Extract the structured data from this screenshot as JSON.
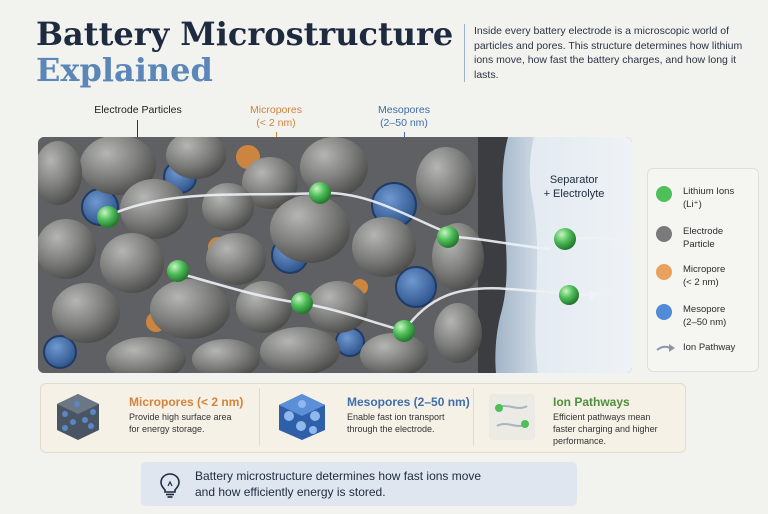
{
  "title": {
    "line1": "Battery Microstructure",
    "line2": "Explained"
  },
  "intro": "Inside every battery electrode is a microscopic world of particles and pores. This structure determines how lithium ions move, how fast the battery charges, and how long it lasts.",
  "callouts": {
    "electrode_particles": "Electrode Particles",
    "micropores_title": "Micropores",
    "micropores_range": "(< 2 nm)",
    "mesopores_title": "Mesopores",
    "mesopores_range": "(2–50 nm)"
  },
  "separator": {
    "line1": "Separator",
    "line2": "+ Electrolyte"
  },
  "legend": [
    {
      "line1": "Lithium Ions",
      "line2": "(Li⁺)",
      "color": "#4fbf5a"
    },
    {
      "line1": "Electrode",
      "line2": "Particle",
      "color": "#7a7a7a"
    },
    {
      "line1": "Micropore",
      "line2": "(< 2 nm)",
      "color": "#e9a25c"
    },
    {
      "line1": "Mesopore",
      "line2": "(2–50 nm)",
      "color": "#4f8bd6"
    },
    {
      "line1": "Ion Pathway",
      "line2": "",
      "icon": "arrow-icon"
    }
  ],
  "cards": [
    {
      "title": "Micropores (< 2 nm)",
      "text1": "Provide high surface area",
      "text2": "for energy storage.",
      "title_color": "#d3833a",
      "icon": "micropore-cube-icon"
    },
    {
      "title": "Mesopores (2–50 nm)",
      "text1": "Enable fast ion transport",
      "text2": "through the electrode.",
      "text3": "",
      "title_color": "#3f6ea8",
      "icon": "mesopore-cube-icon"
    },
    {
      "title": "Ion Pathways",
      "text1": "Efficient pathways mean",
      "text2": "faster charging and higher",
      "text3": "performance.",
      "title_color": "#4f8f3c",
      "icon": "ion-pathway-icon"
    }
  ],
  "summary": {
    "line1": "Battery microstructure determines how fast ions move",
    "line2": "and how efficiently energy is stored.",
    "icon": "lightbulb-icon"
  },
  "colors": {
    "title_dark": "#1d2a3f",
    "title_blue": "#5b86b8",
    "ion_green": "#4fbf5a",
    "micropore_orange": "#e9a25c",
    "mesopore_blue": "#4f8bd6"
  }
}
